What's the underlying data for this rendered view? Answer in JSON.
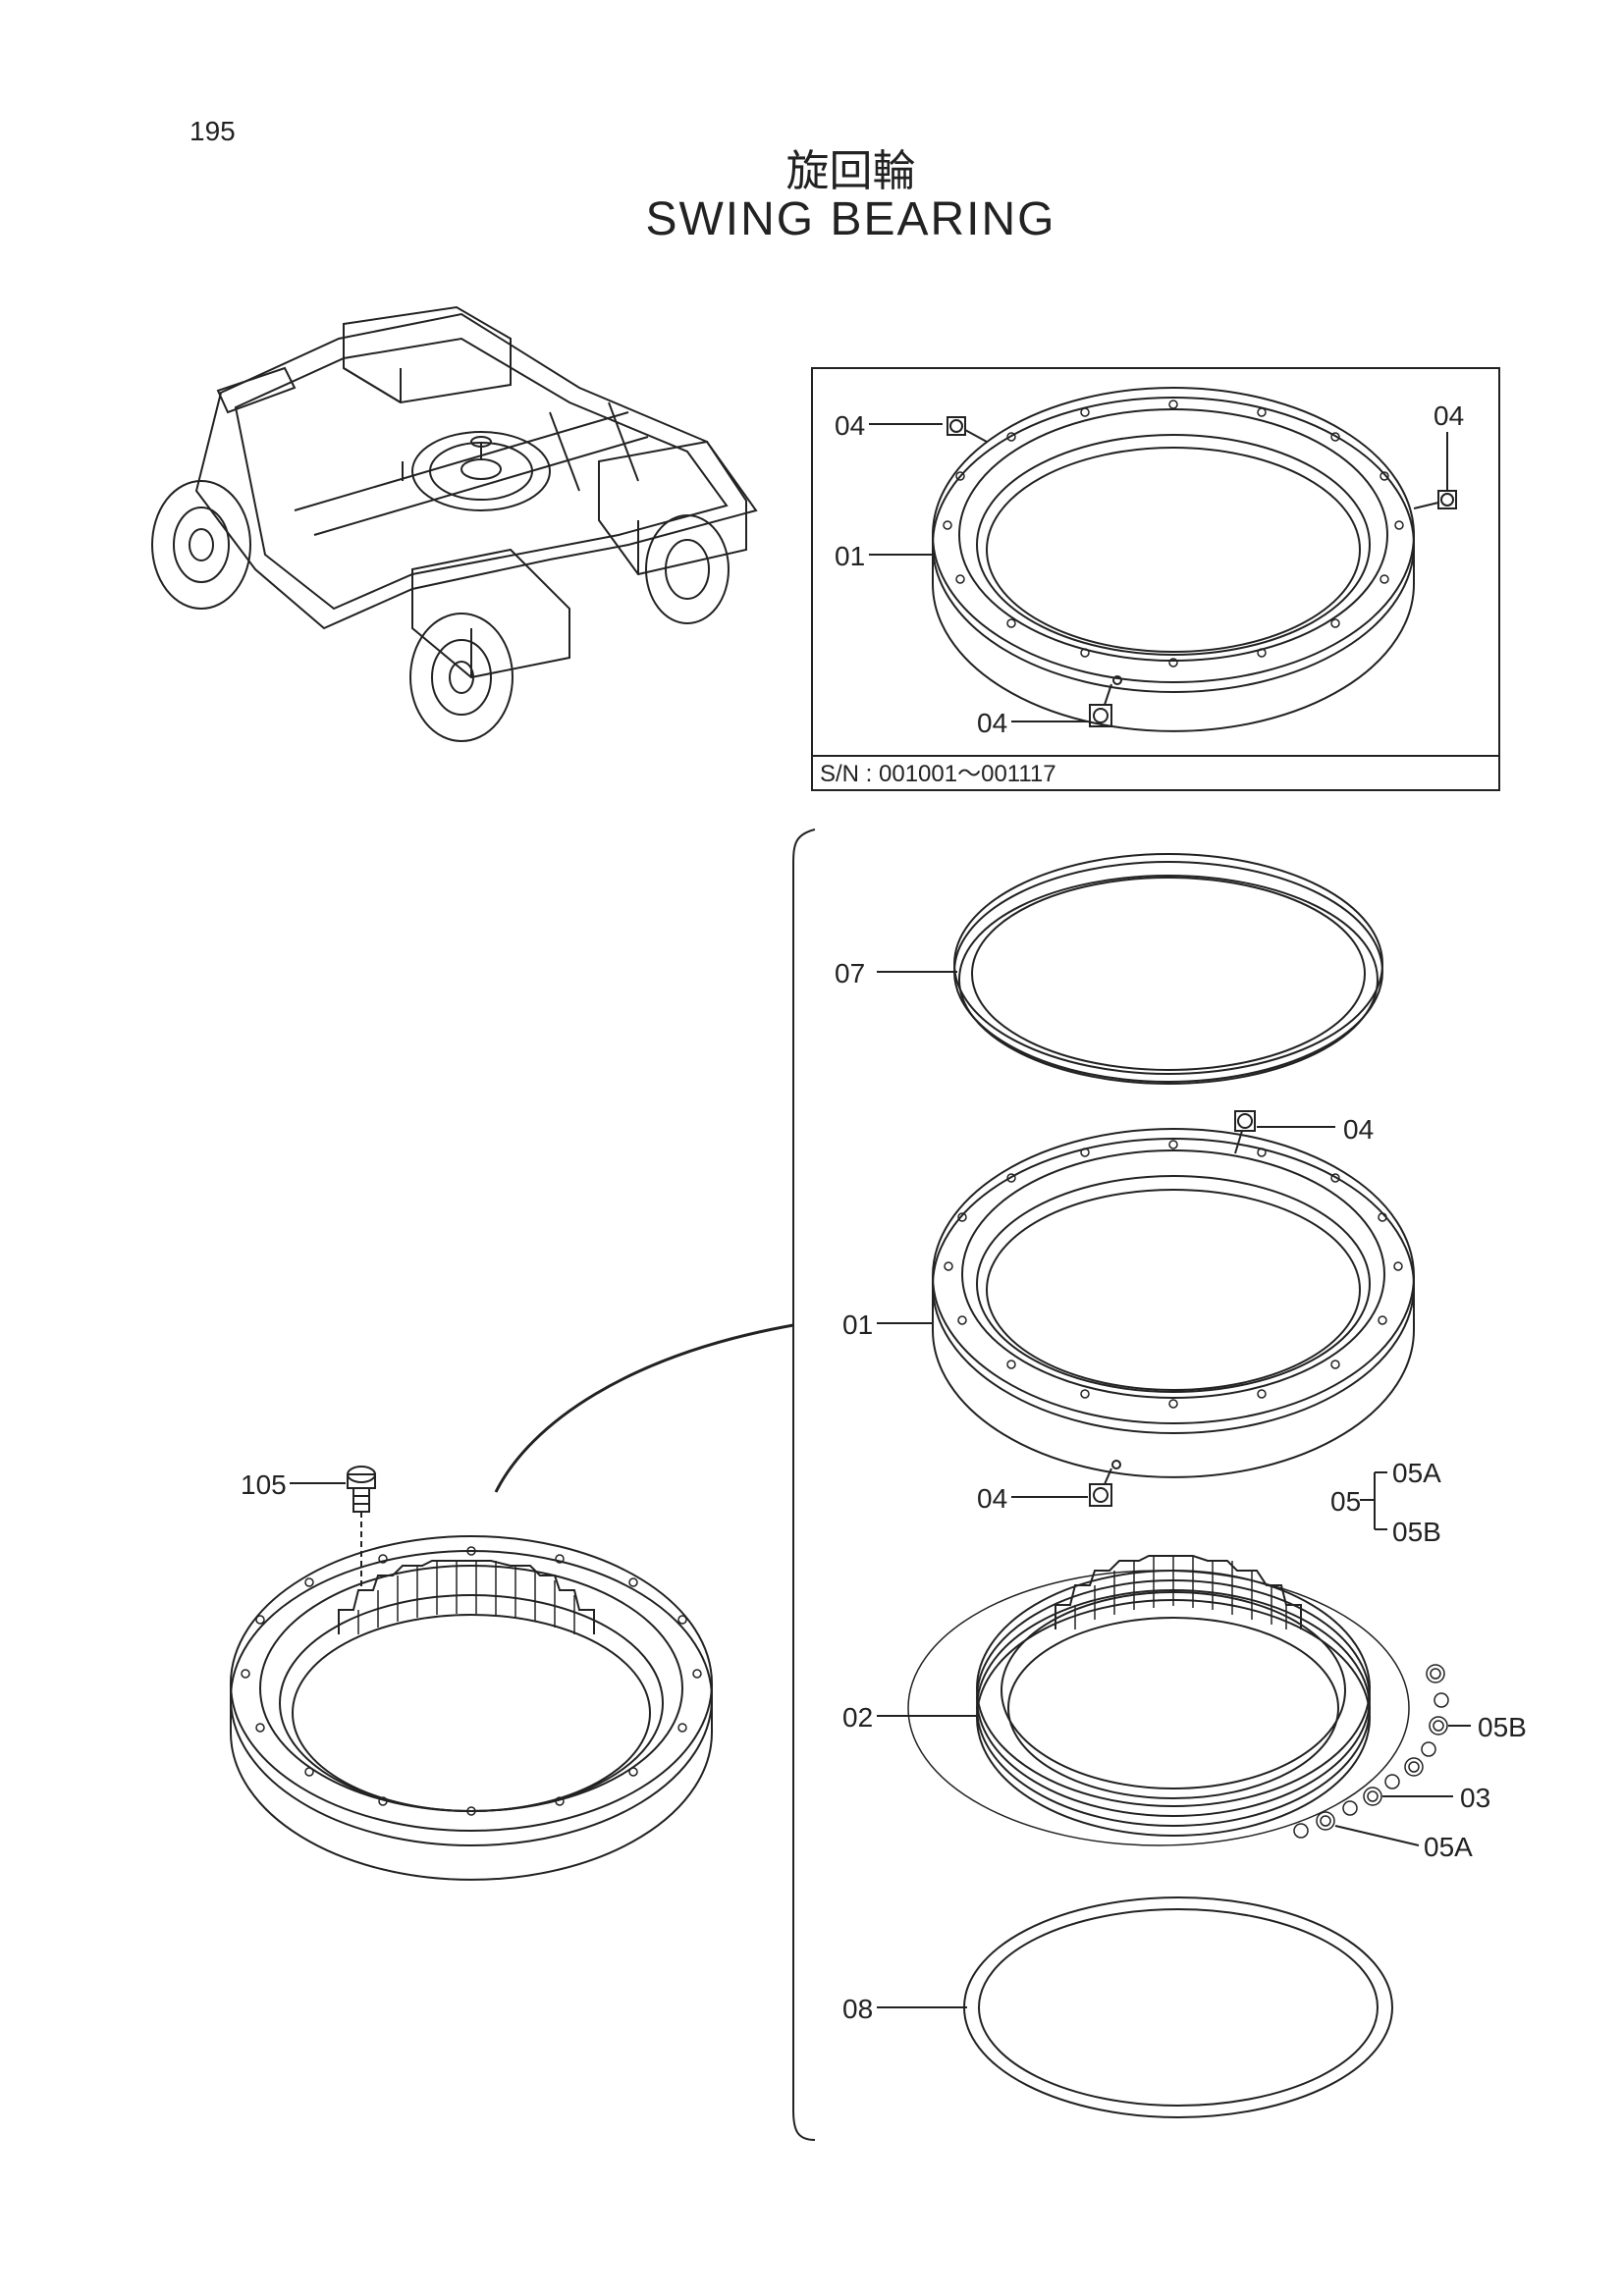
{
  "page_number": "195",
  "title_jp": "旋回輪",
  "title_en": "SWING BEARING",
  "serial_range": "S/N :  001001～001117",
  "callouts": {
    "inset_04_a": "04",
    "inset_04_b": "04",
    "inset_01": "01",
    "inset_04_c": "04",
    "p07": "07",
    "p04_top": "04",
    "p01": "01",
    "p04_bottom": "04",
    "p05": "05",
    "p05A_top": "05A",
    "p05B_top": "05B",
    "p105": "105",
    "p02": "02",
    "p05B": "05B",
    "p03": "03",
    "p05A": "05A",
    "p08": "08"
  }
}
